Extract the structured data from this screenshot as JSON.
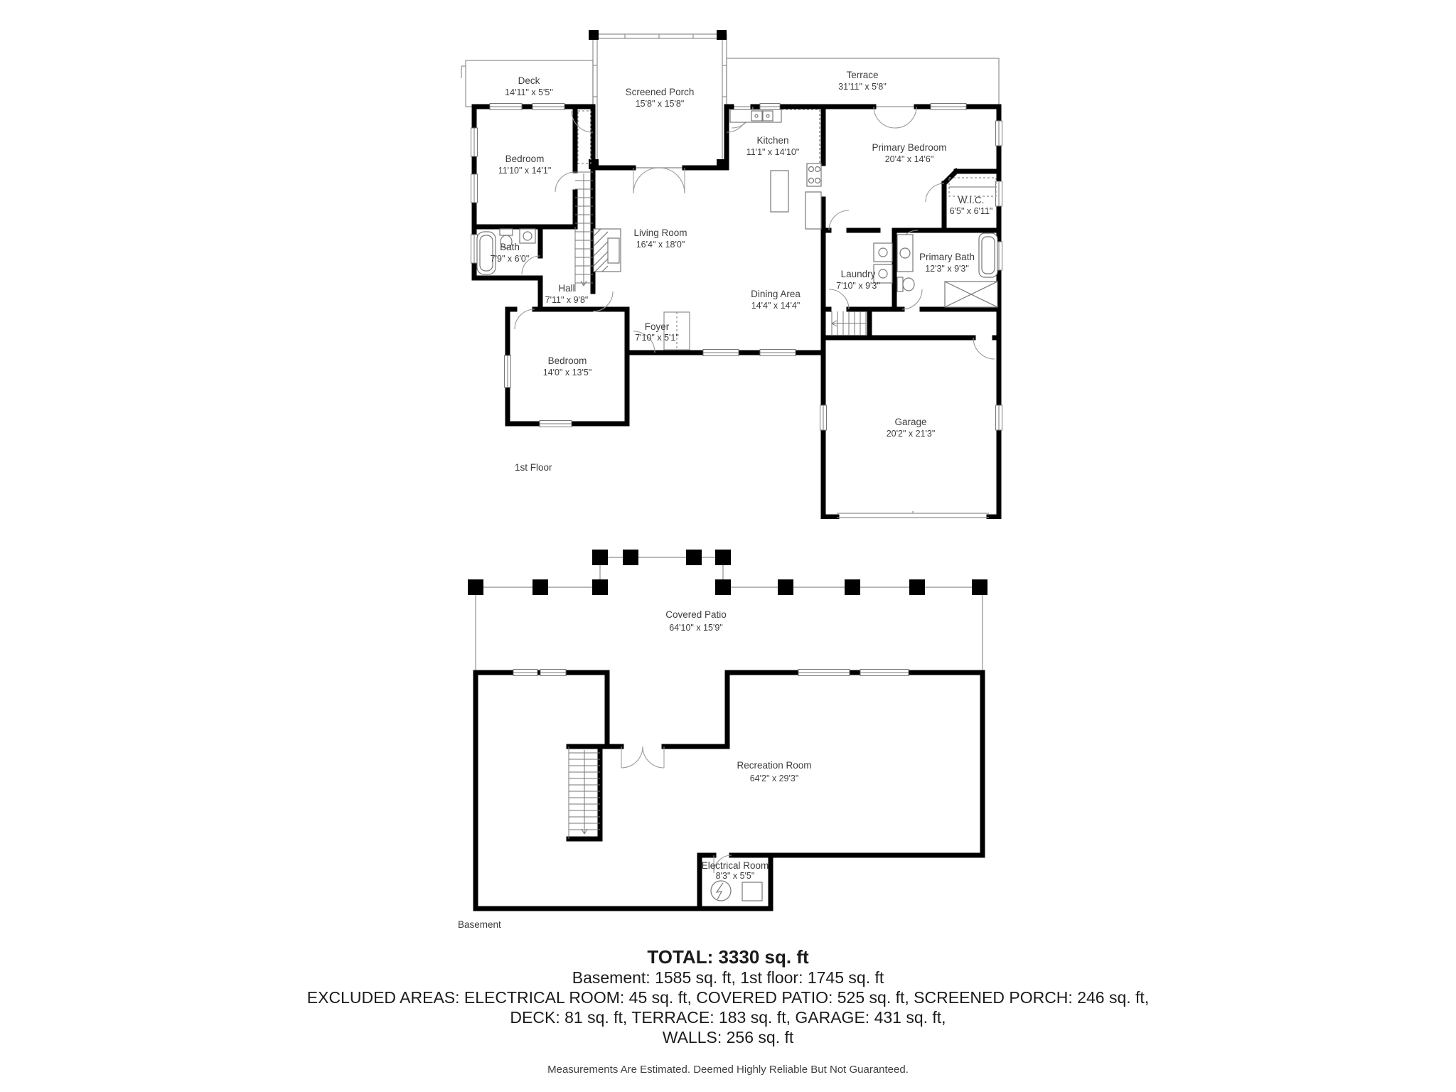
{
  "floor1": {
    "label": "1st Floor",
    "rooms": [
      {
        "name": "Deck",
        "dims": "14'11\" x 5'5\""
      },
      {
        "name": "Screened Porch",
        "dims": "15'8\" x 15'8\""
      },
      {
        "name": "Terrace",
        "dims": "31'11\" x 5'8\""
      },
      {
        "name": "Bedroom",
        "dims": "11'10\" x 14'1\""
      },
      {
        "name": "Kitchen",
        "dims": "11'1\" x 14'10\""
      },
      {
        "name": "Primary Bedroom",
        "dims": "20'4\" x 14'6\""
      },
      {
        "name": "W.I.C.",
        "dims": "6'5\" x 6'11\""
      },
      {
        "name": "Living Room",
        "dims": "16'4\" x 18'0\""
      },
      {
        "name": "Bath",
        "dims": "7'9\" x 6'0\""
      },
      {
        "name": "Hall",
        "dims": "7'11\" x 9'8\""
      },
      {
        "name": "Laundry",
        "dims": "7'10\" x 9'3\""
      },
      {
        "name": "Primary Bath",
        "dims": "12'3\" x 9'3\""
      },
      {
        "name": "Dining Area",
        "dims": "14'4\" x 14'4\""
      },
      {
        "name": "Foyer",
        "dims": "7'10\" x 5'1\""
      },
      {
        "name": "Bedroom",
        "dims": "14'0\" x 13'5\""
      },
      {
        "name": "Garage",
        "dims": "20'2\" x 21'3\""
      }
    ]
  },
  "basement": {
    "label": "Basement",
    "rooms": [
      {
        "name": "Covered Patio",
        "dims": "64'10\" x 15'9\""
      },
      {
        "name": "Recreation Room",
        "dims": "64'2\" x 29'3\""
      },
      {
        "name": "Electrical Room",
        "dims": "8'3\" x 5'5\""
      }
    ]
  },
  "summary": {
    "total": "TOTAL: 3330 sq. ft",
    "line2": "Basement: 1585 sq. ft, 1st floor: 1745 sq. ft",
    "line3": "EXCLUDED AREAS: ELECTRICAL ROOM: 45 sq. ft, COVERED PATIO: 525 sq. ft, SCREENED PORCH: 246 sq. ft,",
    "line4": "DECK: 81 sq. ft, TERRACE: 183 sq. ft, GARAGE: 431 sq. ft,",
    "line5": "WALLS: 256 sq. ft",
    "disclaimer": "Measurements Are Estimated. Deemed Highly Reliable But Not Guaranteed."
  },
  "colors": {
    "wall": "#000000",
    "thin_line": "#8f8f8f",
    "text": "#3d3d3d"
  }
}
